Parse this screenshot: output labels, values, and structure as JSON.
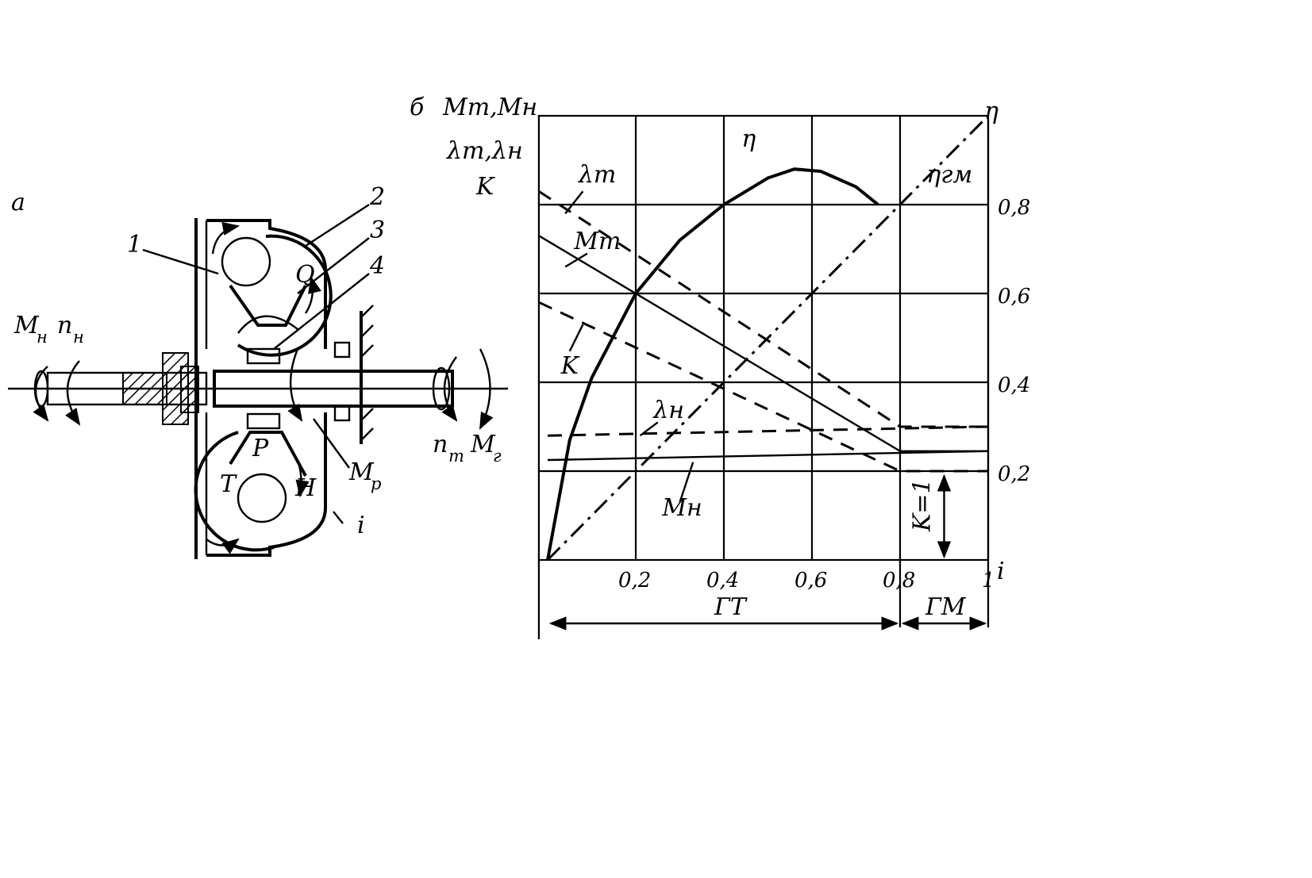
{
  "labels": {
    "panel_a": "а",
    "panel_b": "б",
    "part_1": "1",
    "part_2": "2",
    "part_3": "3",
    "part_4": "4",
    "flow_q": "Q",
    "wheel_p": "Р",
    "wheel_t": "Т",
    "wheel_h": "Н",
    "m_n": "M",
    "m_n_sub": "н",
    "n_n": "n",
    "n_n_sub": "н",
    "n_t": "n",
    "n_t_sub": "т",
    "m_g": "M",
    "m_g_sub": "г",
    "m_r": "M",
    "m_r_sub": "р",
    "ratio_i": "i"
  },
  "chart_data": {
    "type": "line",
    "y_left_label_line1": "Mт,Mн",
    "y_left_label_line2": "λт,λн",
    "y_left_label_line3": "K",
    "y_right_label": "η",
    "x_label": "i",
    "x_ticks": [
      "0,2",
      "0,4",
      "0,6",
      "0,8",
      "1"
    ],
    "y_ticks": [
      "0,2",
      "0,4",
      "0,6",
      "0,8"
    ],
    "xlim": [
      0,
      1
    ],
    "ylim": [
      0,
      1
    ],
    "grid": true,
    "zone_gt": "ГТ",
    "zone_gm": "ГМ",
    "zone_boundary": 0.8,
    "k_equal_one": "K=1",
    "curve_labels": {
      "lambda_t": "λт",
      "m_t": "Mт",
      "k": "K",
      "lambda_n": "λн",
      "m_n": "Mн",
      "eta": "η",
      "eta_gm": "ηгм"
    },
    "series": [
      {
        "name": "η",
        "style": "thick",
        "x": [
          0,
          0.05,
          0.1,
          0.2,
          0.3,
          0.4,
          0.5,
          0.56,
          0.62,
          0.7,
          0.75
        ],
        "y": [
          0,
          0.27,
          0.41,
          0.6,
          0.72,
          0.8,
          0.86,
          0.88,
          0.875,
          0.84,
          0.8
        ]
      },
      {
        "name": "ηгм",
        "style": "dashdot",
        "x": [
          0,
          1
        ],
        "y": [
          0,
          1
        ]
      },
      {
        "name": "Mт",
        "style": "thin",
        "x": [
          -0.02,
          0.8,
          1
        ],
        "y": [
          0.73,
          0.245,
          0.245
        ]
      },
      {
        "name": "λт",
        "style": "dash",
        "x": [
          -0.02,
          0.8,
          1
        ],
        "y": [
          0.83,
          0.3,
          0.3
        ]
      },
      {
        "name": "K",
        "style": "dash",
        "x": [
          -0.02,
          0.8,
          1
        ],
        "y": [
          0.58,
          0.2,
          0.2
        ]
      },
      {
        "name": "λн",
        "style": "dash",
        "x": [
          0,
          1
        ],
        "y": [
          0.28,
          0.3
        ]
      },
      {
        "name": "Mн",
        "style": "thin",
        "x": [
          0,
          1
        ],
        "y": [
          0.225,
          0.245
        ]
      }
    ]
  }
}
